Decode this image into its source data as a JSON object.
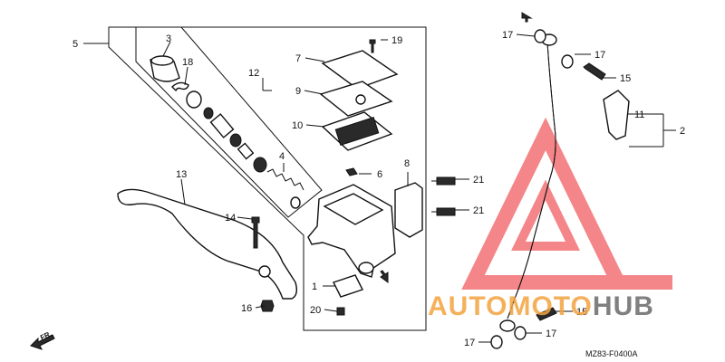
{
  "callouts": {
    "c1": "1",
    "c2": "2",
    "c3": "3",
    "c4": "4",
    "c5": "5",
    "c6": "6",
    "c7": "7",
    "c8": "8",
    "c9": "9",
    "c10": "10",
    "c11": "11",
    "c12": "12",
    "c13": "13",
    "c14": "14",
    "c15a": "15",
    "c15b": "15",
    "c16": "16",
    "c17a": "17",
    "c17b": "17",
    "c17c": "17",
    "c17d": "17",
    "c18": "18",
    "c19": "19",
    "c20": "20",
    "c21a": "21",
    "c21b": "21"
  },
  "direction_label": "FR.",
  "diagram_code": "MZ83-F0400A",
  "watermark": {
    "part1": "AUTOMOTO",
    "part2": "HUB",
    "colors": {
      "orange": "#f4a340",
      "gray": "#6b6b6b",
      "red": "#ec2227"
    }
  }
}
